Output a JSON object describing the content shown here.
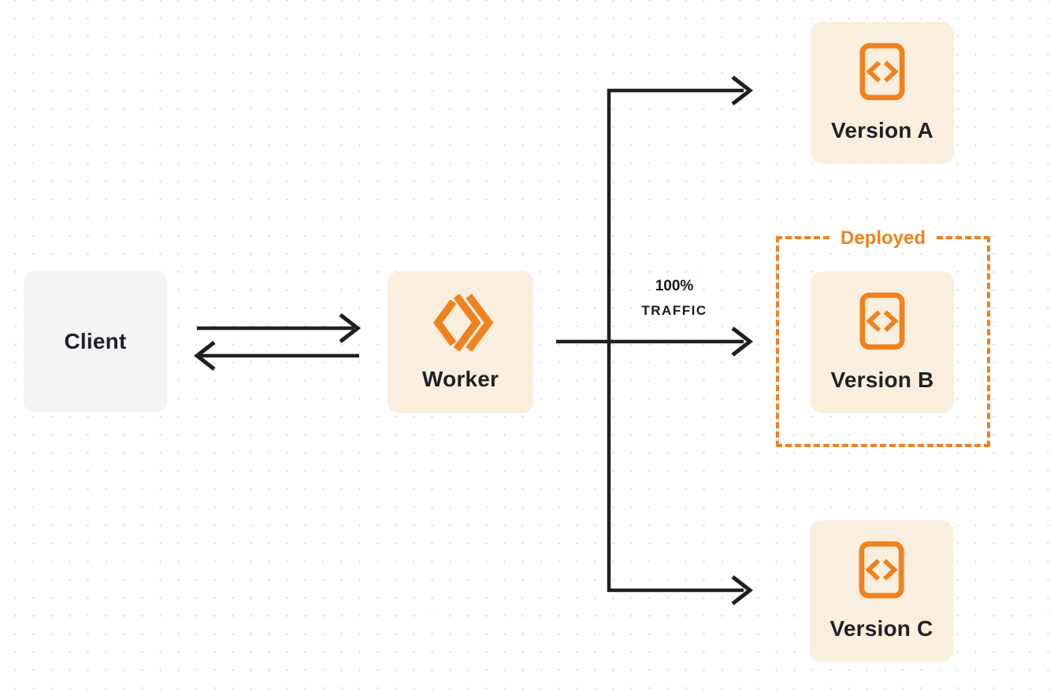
{
  "diagram": {
    "nodes": {
      "client": {
        "label": "Client"
      },
      "worker": {
        "label": "Worker"
      },
      "versions": [
        {
          "label": "Version A"
        },
        {
          "label": "Version B"
        },
        {
          "label": "Version C"
        }
      ]
    },
    "deployed": {
      "label": "Deployed"
    },
    "traffic": {
      "line1": "100%",
      "line2": "TRAFFIC"
    },
    "edges": [
      {
        "from": "Client",
        "to": "Worker"
      },
      {
        "from": "Worker",
        "to": "Client"
      },
      {
        "from": "Worker",
        "to": "Version A"
      },
      {
        "from": "Worker",
        "to": "Version B",
        "label": "100% TRAFFIC"
      },
      {
        "from": "Worker",
        "to": "Version C"
      }
    ],
    "icons": {
      "worker": "workers-double-chevron",
      "version": "code-file"
    },
    "colors": {
      "accent_orange": "#f0811f",
      "node_cream": "#faefde",
      "client_gray": "#f4f4f6",
      "line_black": "#1e1f22",
      "dot_grid": "#e3e3e3",
      "background": "#ffffff"
    }
  }
}
